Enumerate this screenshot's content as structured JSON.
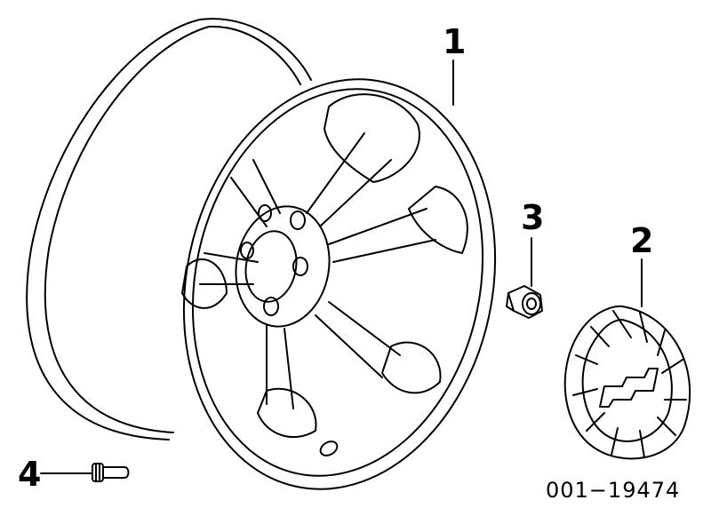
{
  "callouts": {
    "wheel": "1",
    "center_cap": "2",
    "lug_nut": "3",
    "valve_stem": "4"
  },
  "figure_id": "001−19474"
}
